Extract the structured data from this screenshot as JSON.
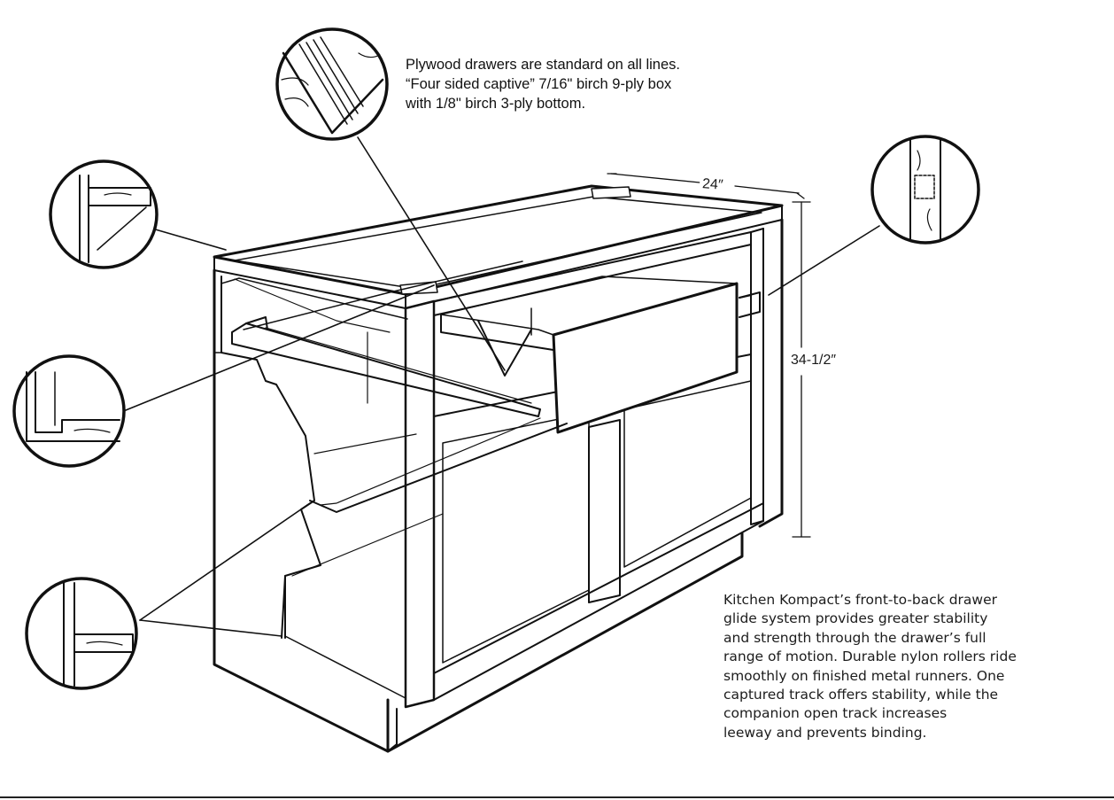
{
  "notes": {
    "drawers": [
      "Plywood drawers are standard on all lines.",
      "“Four sided captive” 7/16\" birch 9-ply box",
      "with 1/8\" birch 3-ply bottom."
    ],
    "glide": [
      "Kitchen Kompact’s front-to-back drawer",
      "glide system provides greater stability",
      "and strength through the drawer’s full",
      "range of motion. Durable nylon rollers ride",
      "smoothly on finished metal runners. One",
      "captured track offers stability, while the",
      "companion open track increases",
      "leeway and prevents binding."
    ]
  },
  "dimensions": {
    "depth": "24″",
    "height": "34-1/2″"
  },
  "colors": {
    "line": "#111111",
    "background": "#ffffff"
  }
}
